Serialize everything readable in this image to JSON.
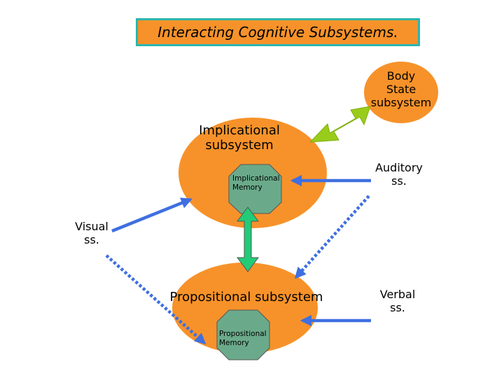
{
  "title": "Interacting Cognitive Subsystems.",
  "nodes": {
    "body_state": "Body\nState\nsubsystem",
    "implicational": "Implicational\nsubsystem",
    "implicational_memory": "Implicational\nMemory",
    "auditory": "Auditory\nss.",
    "visual": "Visual\nss.",
    "propositional": "Propositional subsystem",
    "propositional_memory": "Propositional\nMemory",
    "verbal": "Verbal\nss."
  },
  "colors": {
    "orange": "#f7922a",
    "teal_border": "#2bb6ae",
    "memory_green": "#6aaa8a",
    "blue_arrow": "#3f6fe0",
    "lime_arrow": "#99cc1a",
    "green_arrow": "#22cc77"
  }
}
